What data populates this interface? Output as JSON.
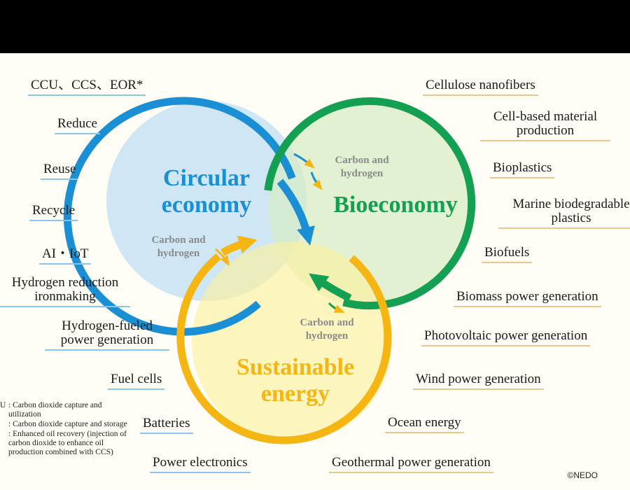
{
  "hubs": {
    "circular": "Circular\neconomy",
    "bio": "Bioeconomy",
    "sustainable": "Sustainable\nenergy"
  },
  "flow_label": "Carbon and\nhydrogen",
  "left_items": [
    "CCU、CCS、EOR*",
    "Reduce",
    "Reuse",
    "Recycle",
    "AI・IoT",
    "Hydrogen reduction\nironmaking",
    "Hydrogen-fueled\npower generation",
    "Fuel cells",
    "Batteries",
    "Power electronics"
  ],
  "right_items": [
    "Cellulose nanofibers",
    "Cell-based material\nproduction",
    "Bioplastics",
    "Marine biodegradable\nplastics",
    "Biofuels",
    "Biomass power generation",
    "Photovoltaic power generation",
    "Wind power generation",
    "Ocean energy",
    "Geothermal power generation"
  ],
  "footnotes": [
    {
      "key": "U",
      "text": ": Carbon dioxide capture and utilization"
    },
    {
      "key": "",
      "text": ": Carbon dioxide capture and storage"
    },
    {
      "key": "",
      "text": ": Enhanced oil recovery (injection of carbon dioxide to enhance oil production combined with CCS)"
    }
  ],
  "credit": "©NEDO",
  "colors": {
    "circular": "#1a8fd4",
    "circular_fill": "#c7e2f3",
    "bio": "#13a053",
    "bio_fill": "#d7ebc4",
    "sustainable": "#f5b614",
    "sustainable_fill": "#fbf19f",
    "left_underline": "#8cc4ea",
    "right_underline": "#e9c78e"
  }
}
